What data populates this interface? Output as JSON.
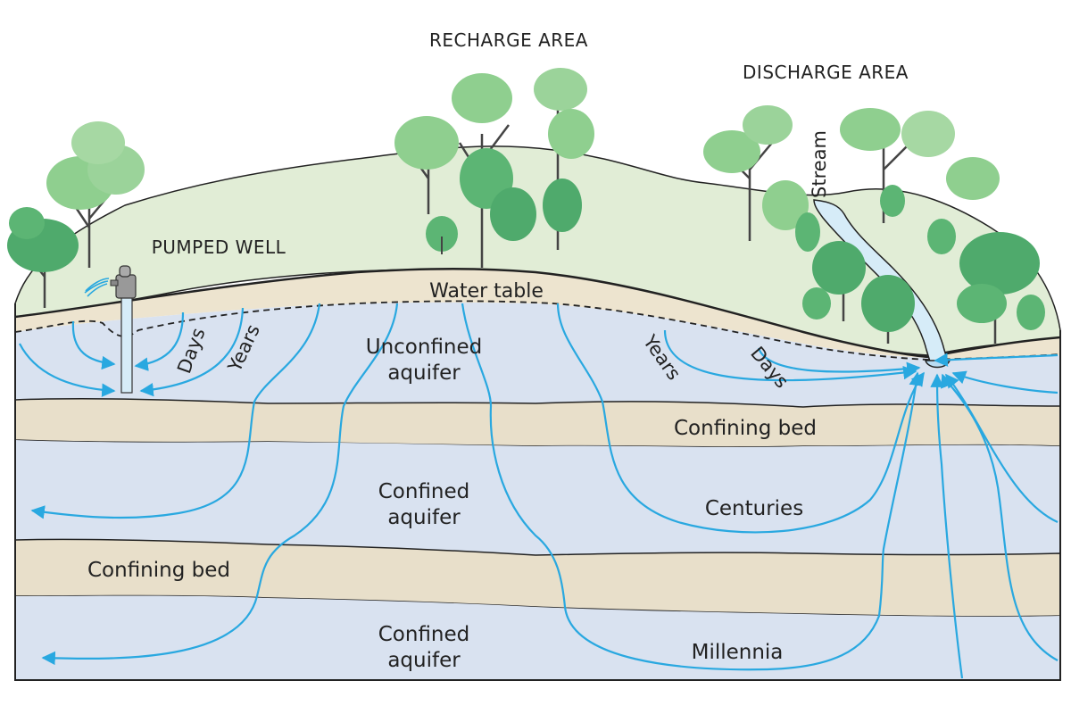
{
  "labels": {
    "recharge_area": "RECHARGE AREA",
    "discharge_area": "DISCHARGE AREA",
    "pumped_well": "PUMPED WELL",
    "stream": "Stream",
    "water_table": "Water table",
    "unconfined_aquifer_line1": "Unconfined",
    "unconfined_aquifer_line2": "aquifer",
    "confined_aquifer_upper_line1": "Confined",
    "confined_aquifer_upper_line2": "aquifer",
    "confined_aquifer_lower_line1": "Confined",
    "confined_aquifer_lower_line2": "aquifer",
    "confining_bed_upper": "Confining bed",
    "confining_bed_lower": "Confining bed",
    "days_left": "Days",
    "years_left": "Years",
    "years_right": "Years",
    "days_right": "Days",
    "centuries": "Centuries",
    "millennia": "Millennia"
  },
  "colors": {
    "aquifer": "#d9e2f0",
    "confining_bed": "#e8dfca",
    "unsaturated_zone": "#ede4cf",
    "land_surface": "#e1edd6",
    "flow_line": "#29a8e0",
    "stream_water": "#d6ecf8",
    "tree_light": "#8fcf8f",
    "tree_dark": "#4faa6c"
  }
}
